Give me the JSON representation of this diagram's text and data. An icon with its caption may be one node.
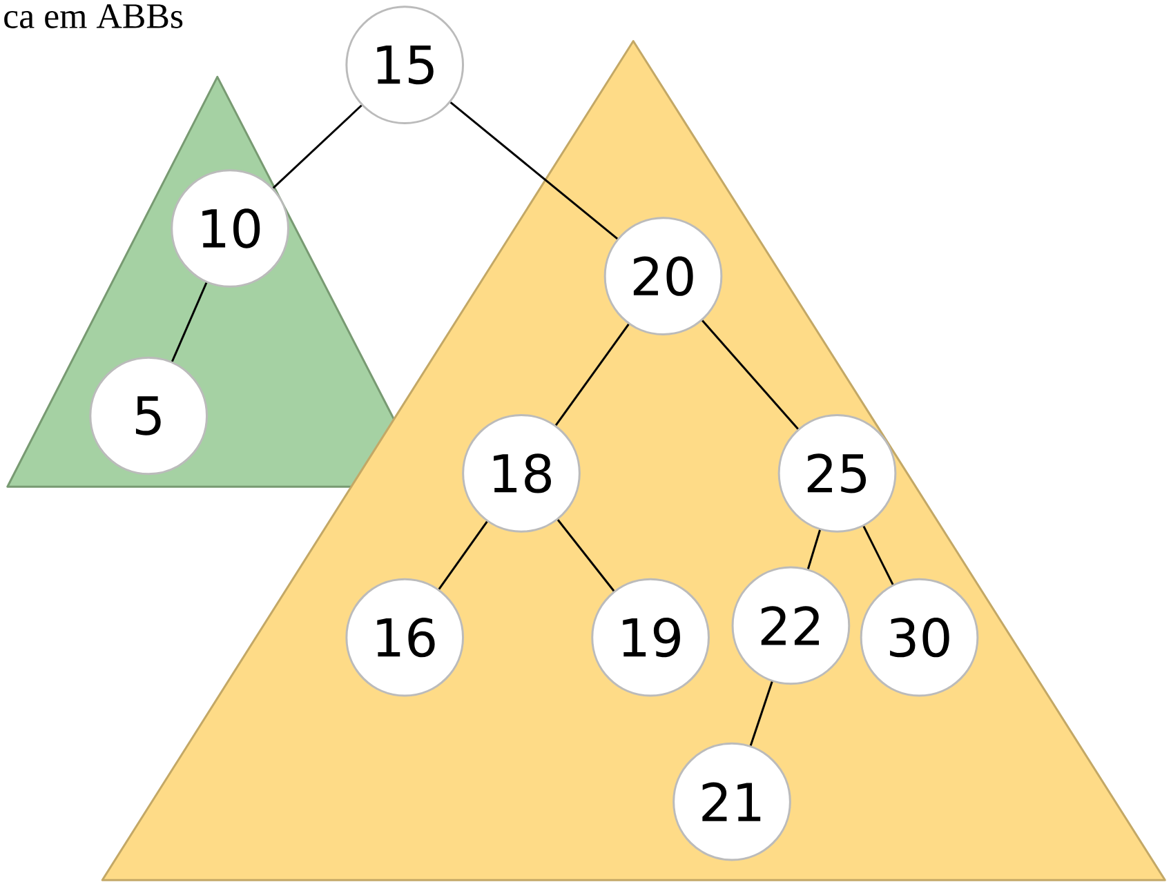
{
  "diagram": {
    "title": "ca em ABBs",
    "nodes": [
      {
        "text": [
          "15"
        ]
      },
      {
        "text": [
          "10"
        ]
      },
      {
        "text": [
          "20"
        ]
      },
      {
        "text": [
          "5"
        ]
      },
      {
        "text": [
          "18"
        ]
      },
      {
        "text": [
          "25"
        ]
      },
      {
        "text": [
          "22"
        ]
      },
      {
        "text": [
          "16"
        ]
      },
      {
        "text": [
          "19"
        ]
      },
      {
        "text": [
          "30"
        ]
      },
      {
        "text": [
          "21"
        ]
      }
    ],
    "edges": [
      {
        "from": 0,
        "to": 1,
        "arrow": "none"
      },
      {
        "from": 1,
        "to": 3,
        "arrow": "none"
      },
      {
        "from": 0,
        "to": 2,
        "arrow": "none"
      },
      {
        "from": 2,
        "to": 4,
        "arrow": "none"
      },
      {
        "from": 2,
        "to": 5,
        "arrow": "none"
      },
      {
        "from": 4,
        "to": 7,
        "arrow": "none"
      },
      {
        "from": 4,
        "to": 8,
        "arrow": "none"
      },
      {
        "from": 5,
        "to": 6,
        "arrow": "none"
      },
      {
        "from": 5,
        "to": 9,
        "arrow": "none"
      },
      {
        "from": 6,
        "to": 10,
        "arrow": "none"
      }
    ]
  }
}
